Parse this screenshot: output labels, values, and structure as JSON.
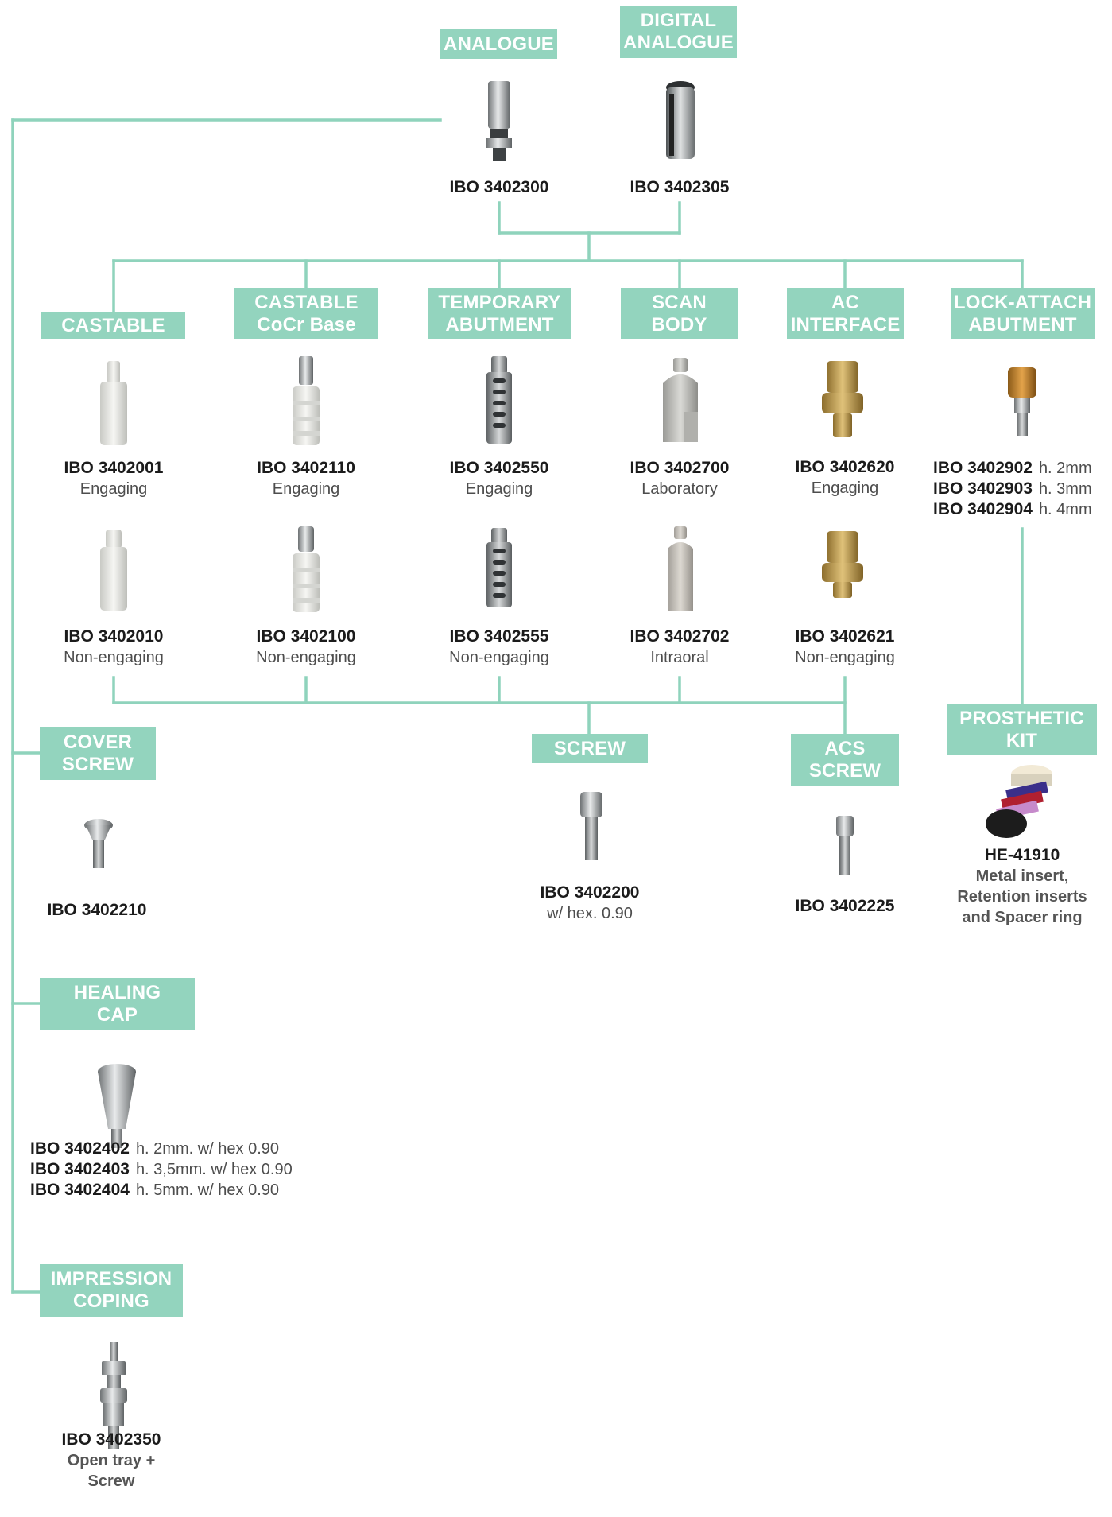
{
  "colors": {
    "accent": "#93d4be",
    "line": "#8fd3bc",
    "metal": "#c9cbcc",
    "gold": "#c9a24a",
    "white_plastic": "#eeeeec"
  },
  "categories": {
    "analogue": [
      "ANALOGUE"
    ],
    "digital_analogue": [
      "DIGITAL",
      "ANALOGUE"
    ],
    "castable": [
      "CASTABLE"
    ],
    "castable_cocr": [
      "CASTABLE",
      "CoCr Base"
    ],
    "temporary_abutment": [
      "TEMPORARY",
      "ABUTMENT"
    ],
    "scan_body": [
      "SCAN",
      "BODY"
    ],
    "ac_interface": [
      "AC",
      "INTERFACE"
    ],
    "lock_attach": [
      "LOCK-ATTACH",
      "ABUTMENT"
    ],
    "cover_screw": [
      "COVER",
      "SCREW"
    ],
    "screw": [
      "SCREW"
    ],
    "acs_screw": [
      "ACS",
      "SCREW"
    ],
    "prosthetic_kit": [
      "PROSTHETIC",
      "KIT"
    ],
    "healing_cap": [
      "HEALING",
      "CAP"
    ],
    "impression_coping": [
      "IMPRESSION",
      "COPING"
    ]
  },
  "products": {
    "analogue": {
      "code": "IBO 3402300",
      "icon": "analogue-icon"
    },
    "digital_analogue": {
      "code": "IBO 3402305",
      "icon": "digital-analogue-icon"
    },
    "castable_eng": {
      "code": "IBO 3402001",
      "desc": "Engaging",
      "icon": "castable-abutment-icon"
    },
    "castable_non": {
      "code": "IBO 3402010",
      "desc": "Non-engaging",
      "icon": "castable-abutment-icon"
    },
    "cocr_eng": {
      "code": "IBO 3402110",
      "desc": "Engaging",
      "icon": "cocr-base-icon"
    },
    "cocr_non": {
      "code": "IBO 3402100",
      "desc": "Non-engaging",
      "icon": "cocr-base-icon"
    },
    "temp_eng": {
      "code": "IBO 3402550",
      "desc": "Engaging",
      "icon": "temporary-abutment-icon"
    },
    "temp_non": {
      "code": "IBO 3402555",
      "desc": "Non-engaging",
      "icon": "temporary-abutment-icon"
    },
    "scan_lab": {
      "code": "IBO 3402700",
      "desc": "Laboratory",
      "icon": "scan-body-icon"
    },
    "scan_intra": {
      "code": "IBO 3402702",
      "desc": "Intraoral",
      "icon": "scan-body-icon"
    },
    "ac_eng": {
      "code": "IBO 3402620",
      "desc": "Engaging",
      "icon": "ac-interface-icon"
    },
    "ac_non": {
      "code": "IBO 3402621",
      "desc": "Non-engaging",
      "icon": "ac-interface-icon"
    },
    "lock_attach": {
      "icon": "lock-attach-abutment-icon",
      "variants": [
        {
          "code": "IBO 3402902",
          "size": "h. 2mm"
        },
        {
          "code": "IBO 3402903",
          "size": "h. 3mm"
        },
        {
          "code": "IBO 3402904",
          "size": "h. 4mm"
        }
      ]
    },
    "cover_screw": {
      "code": "IBO 3402210",
      "icon": "cover-screw-icon"
    },
    "screw": {
      "code": "IBO 3402200",
      "desc": "w/ hex. 0.90",
      "icon": "screw-icon"
    },
    "acs_screw": {
      "code": "IBO 3402225",
      "icon": "acs-screw-icon"
    },
    "prosthetic_kit": {
      "code": "HE-41910",
      "desc_lines": [
        "Metal insert,",
        "Retention inserts",
        "and Spacer ring"
      ],
      "icon": "prosthetic-kit-icon"
    },
    "healing_cap": {
      "icon": "healing-cap-icon",
      "variants": [
        {
          "code": "IBO 3402402",
          "size": "h. 2mm. w/ hex 0.90"
        },
        {
          "code": "IBO 3402403",
          "size": "h. 3,5mm. w/ hex 0.90"
        },
        {
          "code": "IBO 3402404",
          "size": "h. 5mm. w/ hex 0.90"
        }
      ]
    },
    "impression_coping": {
      "code": "IBO 3402350",
      "desc_lines": [
        "Open tray +",
        "Screw"
      ],
      "icon": "impression-coping-icon"
    }
  }
}
